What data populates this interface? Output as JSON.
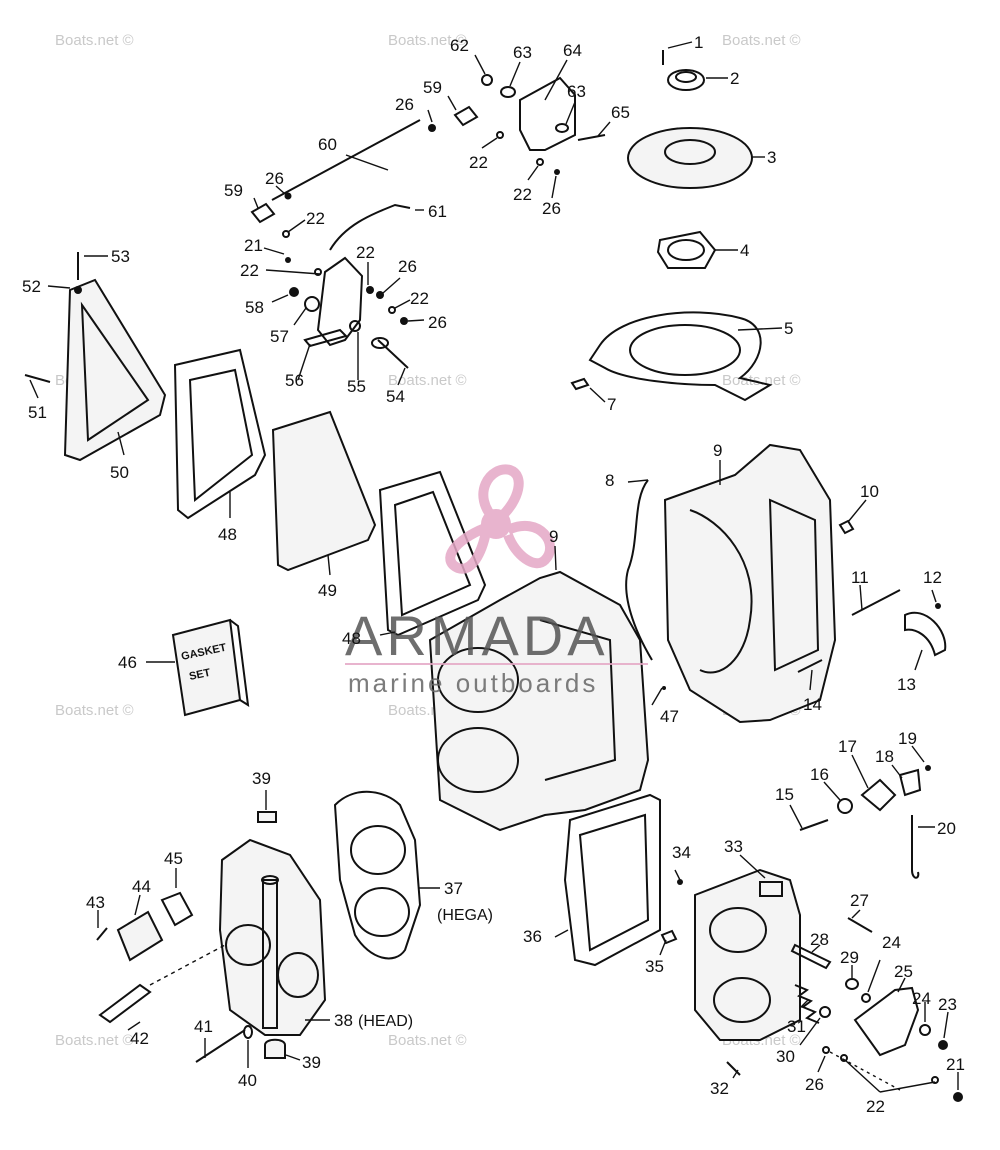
{
  "watermark": {
    "text": "Boats.net ©",
    "brand": "ARMADA",
    "brand_sub": "marine outboards",
    "logo_color": "#e5a8c6"
  },
  "gasket_box": {
    "line1": "GASKET",
    "line2": "SET"
  },
  "callouts": {
    "c1": "1",
    "c2": "2",
    "c3": "3",
    "c4": "4",
    "c5": "5",
    "c7": "7",
    "c8": "8",
    "c9a": "9",
    "c9b": "9",
    "c10": "10",
    "c11": "11",
    "c12": "12",
    "c13": "13",
    "c14": "14",
    "c15": "15",
    "c16": "16",
    "c17": "17",
    "c18": "18",
    "c19": "19",
    "c20": "20",
    "c21a": "21",
    "c21b": "21",
    "c22a": "22",
    "c22b": "22",
    "c22c": "22",
    "c22d": "22",
    "c22e": "22",
    "c22f": "22",
    "c22g": "22",
    "c23": "23",
    "c24a": "24",
    "c24b": "24",
    "c25": "25",
    "c26a": "26",
    "c26b": "26",
    "c26c": "26",
    "c26d": "26",
    "c26e": "26",
    "c26f": "26",
    "c27": "27",
    "c28": "28",
    "c29": "29",
    "c30": "30",
    "c31": "31",
    "c32": "32",
    "c33": "33",
    "c34": "34",
    "c35": "35",
    "c36": "36",
    "c37": "37",
    "c37note": "(HEGA)",
    "c38": "38",
    "c38note": "(HEAD)",
    "c39a": "39",
    "c39b": "39",
    "c40": "40",
    "c41": "41",
    "c42": "42",
    "c43": "43",
    "c44": "44",
    "c45": "45",
    "c46": "46",
    "c47": "47",
    "c48a": "48",
    "c48b": "48",
    "c49": "49",
    "c50": "50",
    "c51": "51",
    "c52": "52",
    "c53": "53",
    "c54": "54",
    "c55": "55",
    "c56": "56",
    "c57": "57",
    "c58": "58",
    "c59a": "59",
    "c59b": "59",
    "c60": "60",
    "c61": "61",
    "c62": "62",
    "c63a": "63",
    "c63b": "63",
    "c64": "64",
    "c65": "65"
  }
}
